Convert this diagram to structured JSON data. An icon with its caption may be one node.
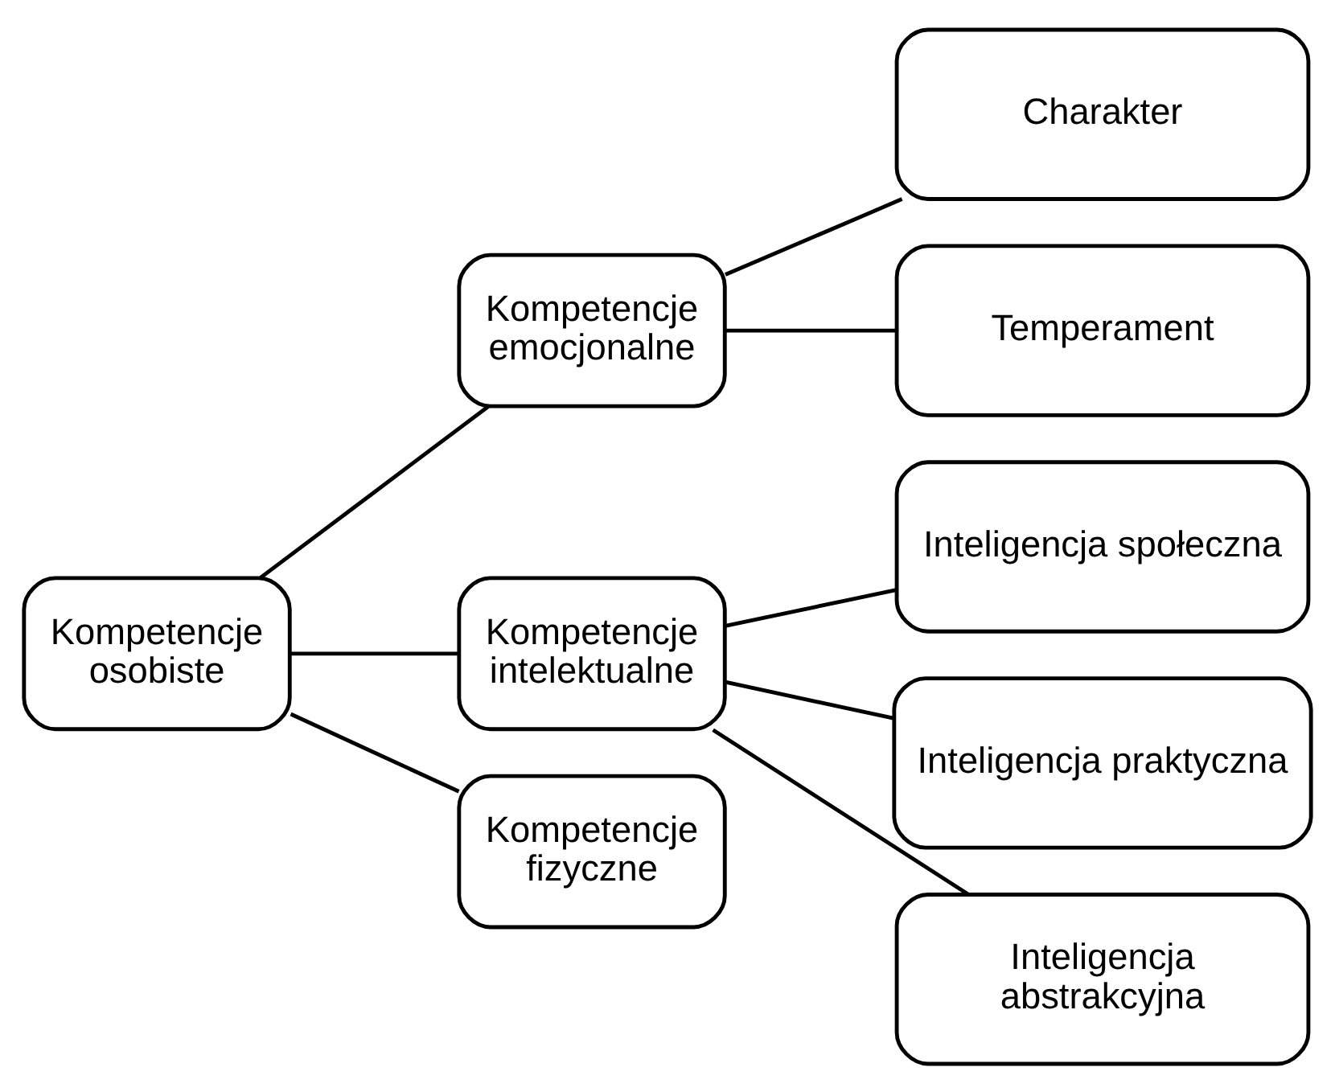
{
  "diagram": {
    "nodes": [
      {
        "text": [
          "Kompetencje osobiste"
        ]
      },
      {
        "text": [
          "Kompetencje emocjonalne"
        ]
      },
      {
        "text": [
          "Charakter"
        ]
      },
      {
        "text": [
          "Temperament"
        ]
      },
      {
        "text": [
          "Kompetencje intelektualne"
        ]
      },
      {
        "text": [
          "Inteligencja społeczna"
        ]
      },
      {
        "text": [
          "Inteligencja praktyczna"
        ]
      },
      {
        "text": [
          "Inteligencja abstrakcyjna"
        ]
      },
      {
        "text": [
          "Kompetencje fizyczne"
        ]
      }
    ],
    "edges": [
      {
        "from": 0,
        "to": 1,
        "arrow": "none"
      },
      {
        "from": 0,
        "to": 4,
        "arrow": "none"
      },
      {
        "from": 0,
        "to": 8,
        "arrow": "none"
      },
      {
        "from": 1,
        "to": 2,
        "arrow": "none"
      },
      {
        "from": 1,
        "to": 3,
        "arrow": "none"
      },
      {
        "from": 4,
        "to": 5,
        "arrow": "none"
      },
      {
        "from": 4,
        "to": 6,
        "arrow": "none"
      },
      {
        "from": 4,
        "to": 7,
        "arrow": "none"
      }
    ]
  }
}
